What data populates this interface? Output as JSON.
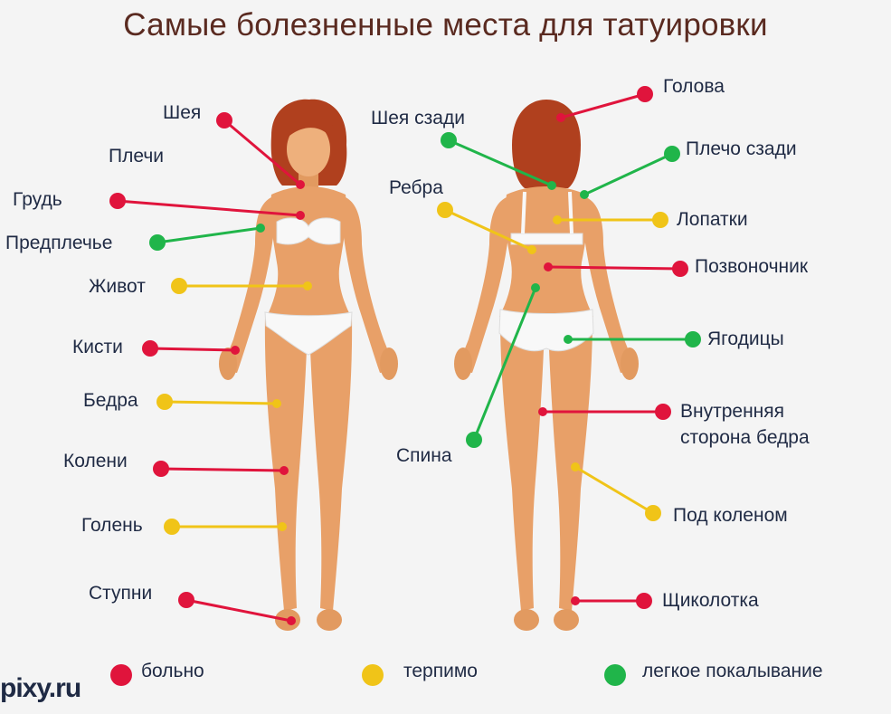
{
  "title": "Самые болезненные места для татуировки",
  "colors": {
    "painful": "#e0143c",
    "tolerable": "#f0c418",
    "light": "#20b54a",
    "skin": "#e8a068",
    "hair": "#b0401e",
    "text": "#1f2a44"
  },
  "labels": {
    "neck": "Шея",
    "shoulders": "Плечи",
    "chest": "Грудь",
    "forearm": "Предплечье",
    "belly": "Живот",
    "wrists": "Кисти",
    "thighs": "Бедра",
    "knees": "Колени",
    "shin": "Голень",
    "feet": "Ступни",
    "head": "Голова",
    "back_neck": "Шея сзади",
    "back_shoulder": "Плечо сзади",
    "ribs": "Ребра",
    "shoulder_blades": "Лопатки",
    "spine": "Позвоночник",
    "buttocks": "Ягодицы",
    "inner_thigh_1": "Внутренняя",
    "inner_thigh_2": "сторона бедра",
    "back": "Спина",
    "behind_knee": "Под коленом",
    "ankle": "Щиколотка"
  },
  "legend": {
    "painful": "больно",
    "tolerable": "терпимо",
    "light": "легкое покалывание"
  },
  "brand": "pixy.ru"
}
